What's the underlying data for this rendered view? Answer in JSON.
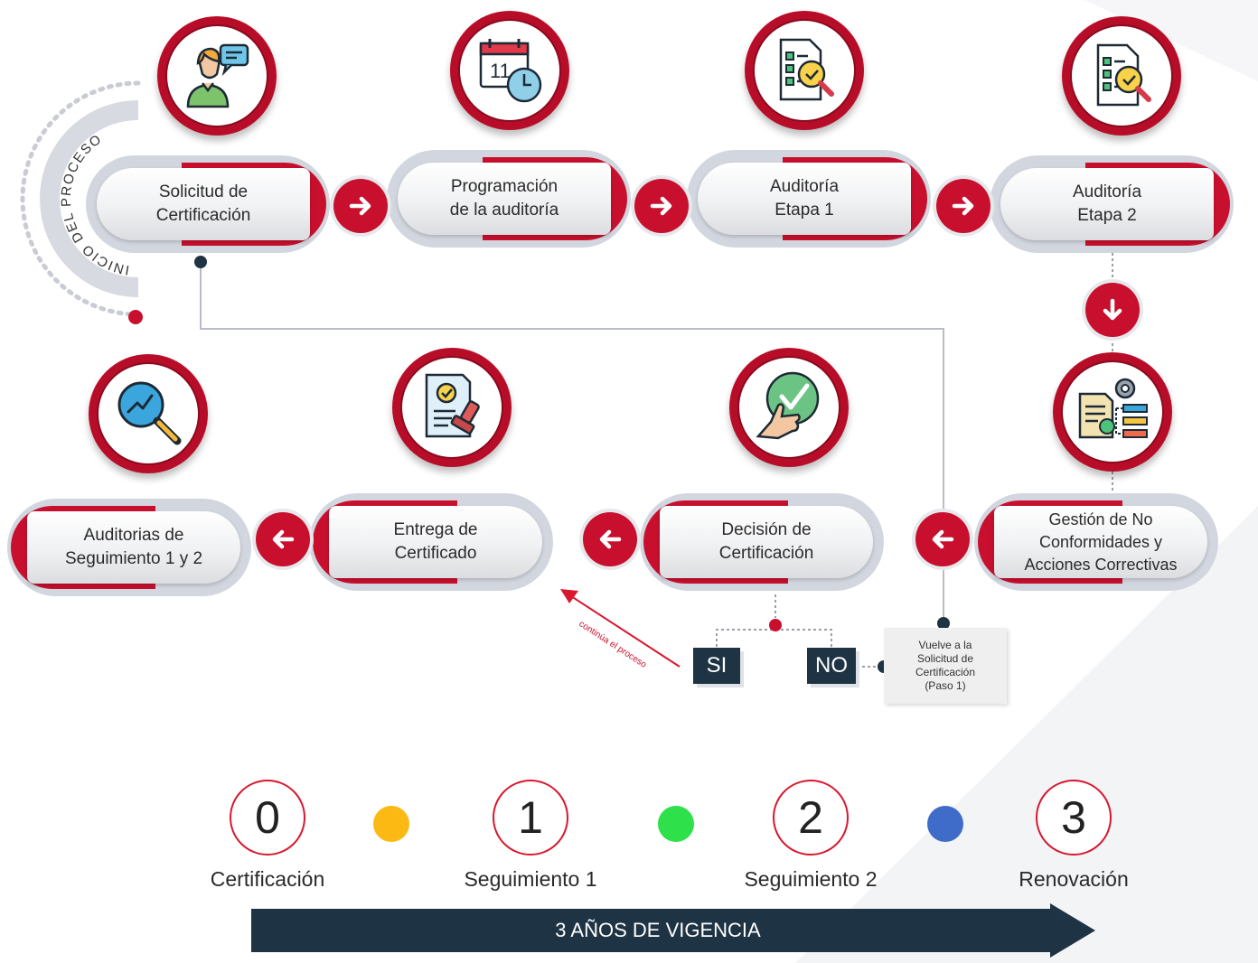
{
  "start_label": "INICIO DEL PROCESO",
  "steps": [
    {
      "label": "Solicitud de\nCertificación",
      "icon": "person-chat-icon"
    },
    {
      "label": "Programación\nde la auditoría",
      "icon": "calendar-clock-icon"
    },
    {
      "label": "Auditoría\nEtapa 1",
      "icon": "checklist-magnifier-icon"
    },
    {
      "label": "Auditoría\nEtapa 2",
      "icon": "checklist-magnifier-icon"
    },
    {
      "label": "Gestión de No\nConformidades y\nAcciones Correctivas",
      "icon": "gear-flowchart-icon"
    },
    {
      "label": "Decisión de\nCertificación",
      "icon": "hand-check-icon"
    },
    {
      "label": "Entrega de\nCertificado",
      "icon": "document-stamp-icon"
    },
    {
      "label": "Auditorias de\nSeguimiento 1 y 2",
      "icon": "magnifier-chart-icon"
    }
  ],
  "decision": {
    "yes": "SI",
    "no": "NO",
    "continue_note": "continúa el proceso",
    "return_note": "Vuelve a la\nSolicitud de\nCertificación\n(Paso 1)"
  },
  "timeline": {
    "stages": [
      {
        "number": "0",
        "label": "Certificación"
      },
      {
        "number": "1",
        "label": "Seguimiento 1"
      },
      {
        "number": "2",
        "label": "Seguimiento 2"
      },
      {
        "number": "3",
        "label": "Renovación"
      }
    ],
    "dot_colors": [
      "#fdb913",
      "#2ee04a",
      "#3f6cc8"
    ],
    "bar_label": "3 AÑOS DE VIGENCIA"
  },
  "colors": {
    "accent": "#c8102e",
    "navy": "#1e3344",
    "pill_border": "#d2d6df"
  }
}
